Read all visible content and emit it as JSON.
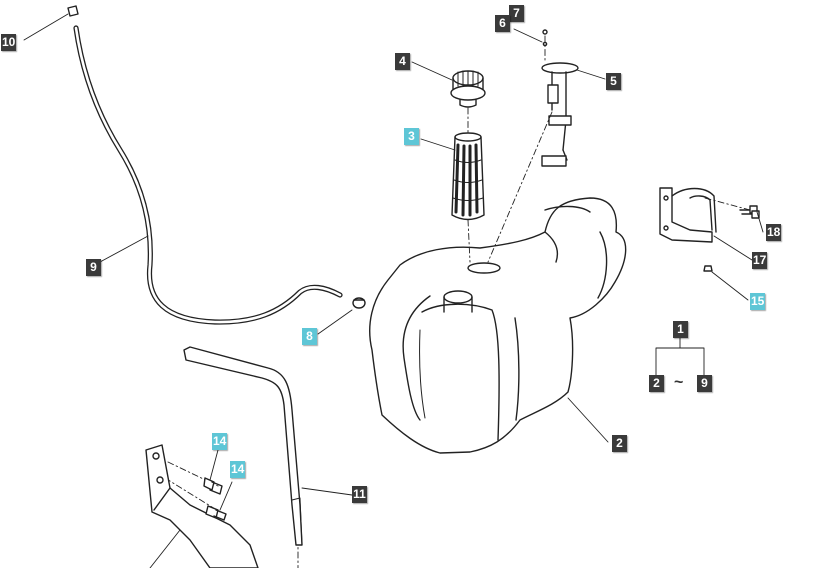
{
  "colors": {
    "callout_dark": "#3a3a3a",
    "callout_cyan": "#5ec6d6",
    "callout_text": "#ffffff",
    "line": "#222222"
  },
  "callouts": [
    {
      "id": "c10",
      "label": "10",
      "style": "dark"
    },
    {
      "id": "c7",
      "label": "7",
      "style": "dark"
    },
    {
      "id": "c6",
      "label": "6",
      "style": "dark"
    },
    {
      "id": "c4",
      "label": "4",
      "style": "dark"
    },
    {
      "id": "c5",
      "label": "5",
      "style": "dark"
    },
    {
      "id": "c3",
      "label": "3",
      "style": "cyan"
    },
    {
      "id": "c18",
      "label": "18",
      "style": "dark"
    },
    {
      "id": "c9",
      "label": "9",
      "style": "dark"
    },
    {
      "id": "c17",
      "label": "17",
      "style": "dark"
    },
    {
      "id": "c15",
      "label": "15",
      "style": "cyan"
    },
    {
      "id": "c8",
      "label": "8",
      "style": "cyan"
    },
    {
      "id": "c1",
      "label": "1",
      "style": "dark"
    },
    {
      "id": "c2b",
      "label": "2",
      "style": "dark"
    },
    {
      "id": "c9b",
      "label": "9",
      "style": "dark"
    },
    {
      "id": "c2",
      "label": "2",
      "style": "dark"
    },
    {
      "id": "c14a",
      "label": "14",
      "style": "cyan"
    },
    {
      "id": "c14b",
      "label": "14",
      "style": "cyan"
    },
    {
      "id": "c11",
      "label": "11",
      "style": "dark"
    }
  ],
  "range_symbol": "~"
}
